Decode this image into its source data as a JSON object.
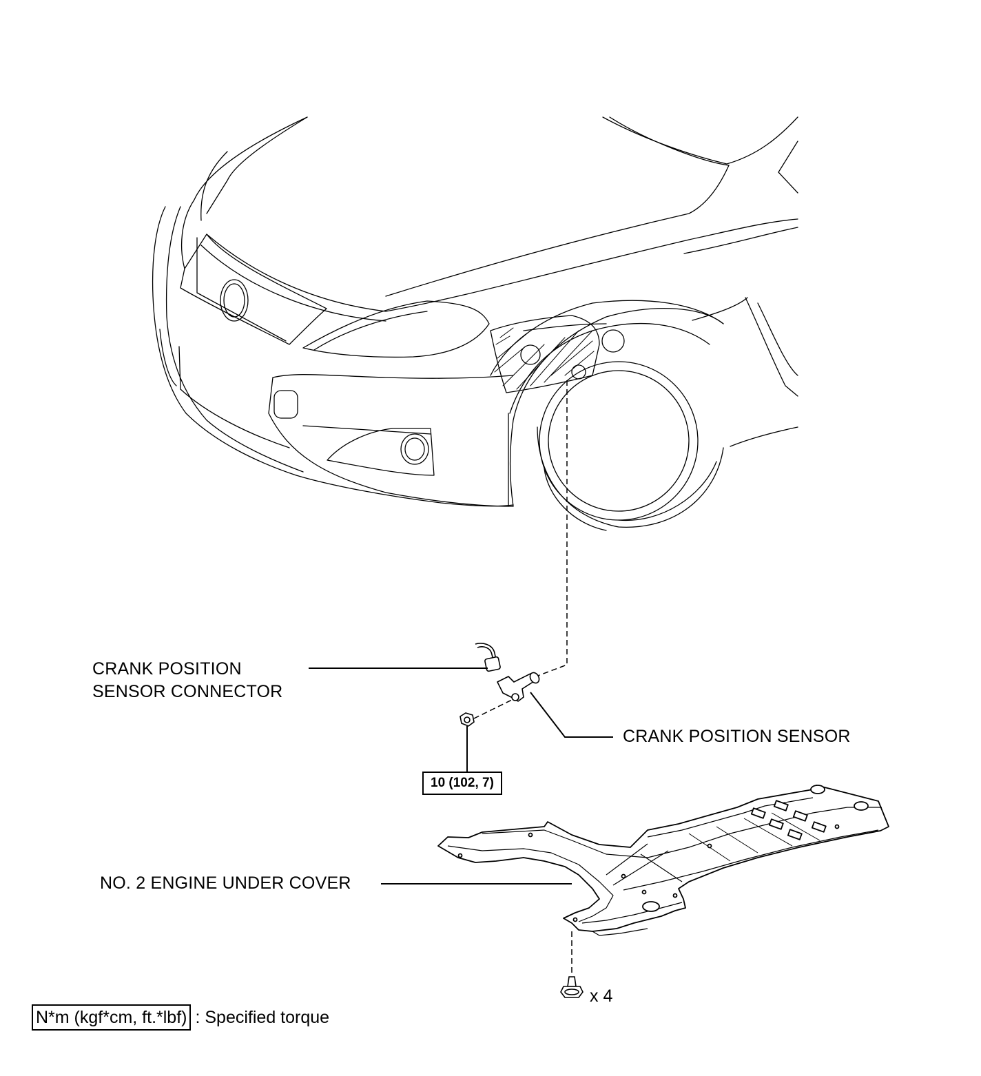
{
  "labels": {
    "connector_line1": "CRANK POSITION",
    "connector_line2": "SENSOR CONNECTOR",
    "sensor": "CRANK POSITION SENSOR",
    "under_cover": "NO. 2 ENGINE UNDER COVER"
  },
  "torque": {
    "bolt_value": "10 (102, 7)"
  },
  "fastener": {
    "quantity": "x 4"
  },
  "legend": {
    "unit": "N*m (kgf*cm, ft.*lbf)",
    "description": ": Specified torque"
  }
}
